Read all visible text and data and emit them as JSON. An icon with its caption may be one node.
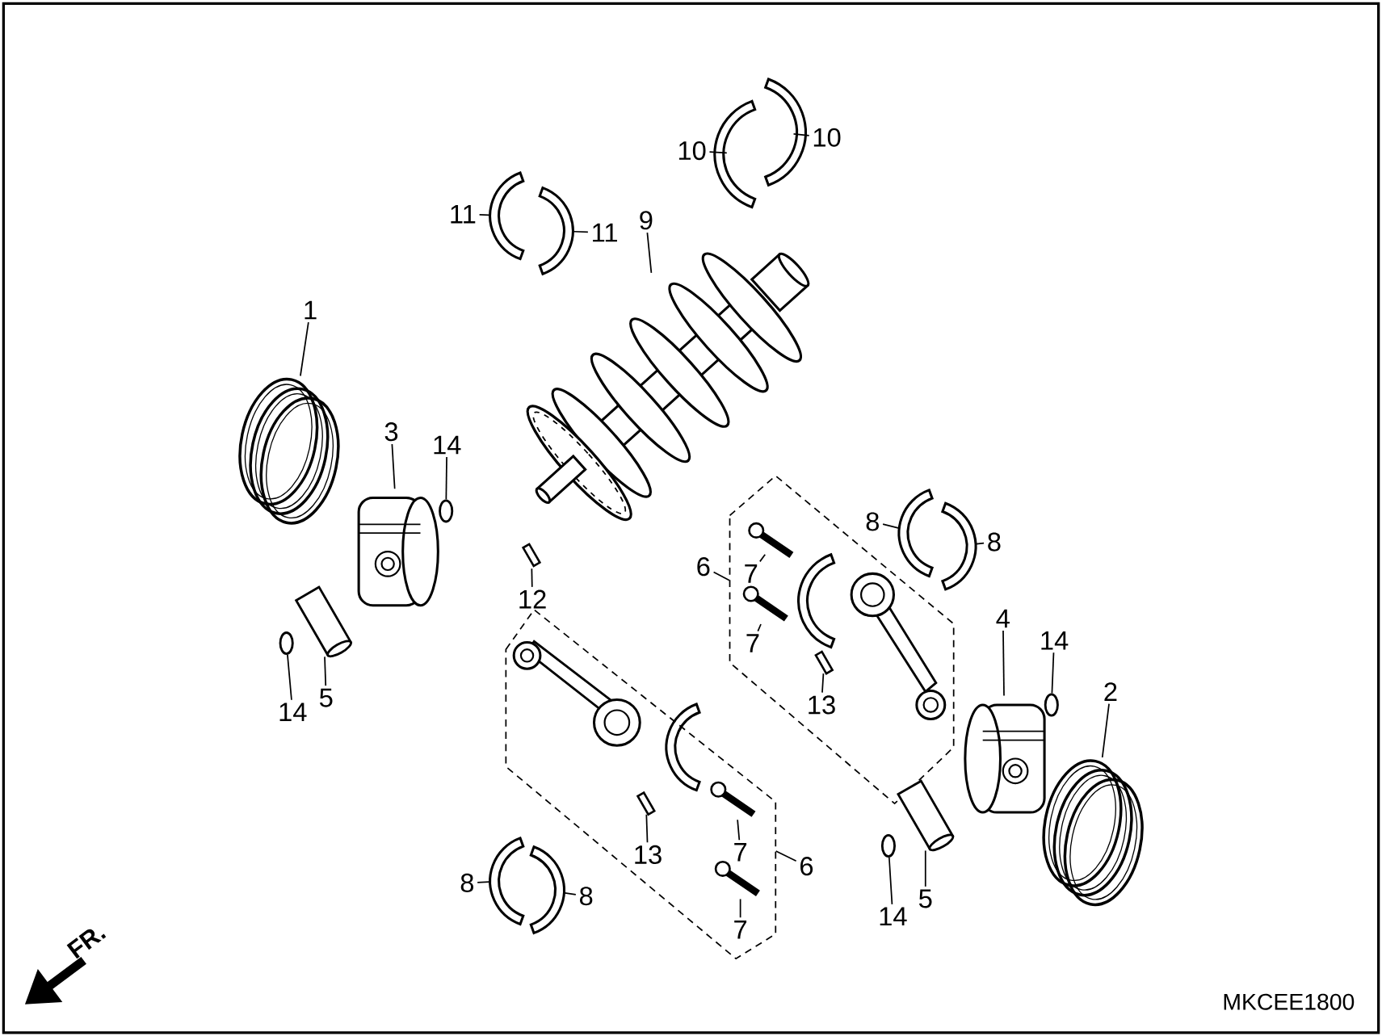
{
  "diagram": {
    "nodes": [
      {
        "text": [
          "1"
        ]
      },
      {
        "text": [],
        "shape": "picture"
      },
      {
        "text": [
          "3"
        ]
      },
      {
        "text": [],
        "shape": "picture"
      },
      {
        "text": [
          "14"
        ]
      },
      {
        "text": [],
        "shape": "circle"
      },
      {
        "text": [
          "14"
        ]
      },
      {
        "text": [],
        "shape": "circle"
      },
      {
        "text": [
          "5"
        ]
      },
      {
        "text": [],
        "shape": "picture"
      },
      {
        "text": [
          "12"
        ]
      },
      {
        "text": [],
        "shape": "picture"
      },
      {
        "text": [
          "9"
        ]
      },
      {
        "text": [],
        "shape": "picture"
      },
      {
        "text": [
          "11"
        ]
      },
      {
        "text": [],
        "shape": "picture"
      },
      {
        "text": [
          "11"
        ]
      },
      {
        "text": [],
        "shape": "picture"
      },
      {
        "text": [
          "10"
        ]
      },
      {
        "text": [],
        "shape": "picture"
      },
      {
        "text": [
          "10"
        ]
      },
      {
        "text": [],
        "shape": "picture"
      },
      {
        "text": [],
        "shape": "box"
      },
      {
        "text": [
          "6"
        ]
      },
      {
        "text": [
          "7"
        ],
        "in": 22
      },
      {
        "text": [],
        "shape": "picture",
        "in": 22
      },
      {
        "text": [
          "7"
        ],
        "in": 22
      },
      {
        "text": [],
        "shape": "picture",
        "in": 22
      },
      {
        "text": [
          "13"
        ],
        "in": 22
      },
      {
        "text": [],
        "shape": "picture",
        "in": 22
      },
      {
        "text": [
          "8"
        ]
      },
      {
        "text": [],
        "shape": "picture"
      },
      {
        "text": [
          "8"
        ]
      },
      {
        "text": [],
        "shape": "picture"
      },
      {
        "text": [
          "4"
        ]
      },
      {
        "text": [],
        "shape": "picture"
      },
      {
        "text": [
          "14"
        ]
      },
      {
        "text": [],
        "shape": "circle"
      },
      {
        "text": [
          "2"
        ]
      },
      {
        "text": [],
        "shape": "picture"
      },
      {
        "text": [],
        "shape": "box"
      },
      {
        "text": [
          "13"
        ],
        "in": 40
      },
      {
        "text": [],
        "shape": "picture",
        "in": 40
      },
      {
        "text": [
          "7"
        ],
        "in": 40
      },
      {
        "text": [],
        "shape": "picture",
        "in": 40
      },
      {
        "text": [
          "7"
        ],
        "in": 40
      },
      {
        "text": [],
        "shape": "picture",
        "in": 40
      },
      {
        "text": [
          "6"
        ]
      },
      {
        "text": [
          "14"
        ]
      },
      {
        "text": [],
        "shape": "circle"
      },
      {
        "text": [
          "5"
        ]
      },
      {
        "text": [],
        "shape": "picture"
      },
      {
        "text": [
          "8"
        ]
      },
      {
        "text": [],
        "shape": "picture"
      },
      {
        "text": [
          "8"
        ]
      },
      {
        "text": [],
        "shape": "picture"
      }
    ],
    "edges": [
      {
        "from": 0,
        "to": 1,
        "arrow": "none"
      },
      {
        "from": 2,
        "to": 3,
        "arrow": "none"
      },
      {
        "from": 4,
        "to": 5,
        "arrow": "none"
      },
      {
        "from": 6,
        "to": 7,
        "arrow": "none"
      },
      {
        "from": 8,
        "to": 9,
        "arrow": "none"
      },
      {
        "from": 10,
        "to": 11,
        "arrow": "none"
      },
      {
        "from": 12,
        "to": 13,
        "arrow": "none"
      },
      {
        "from": 14,
        "to": 15,
        "arrow": "none"
      },
      {
        "from": 16,
        "to": 17,
        "arrow": "none"
      },
      {
        "from": 18,
        "to": 19,
        "arrow": "none"
      },
      {
        "from": 20,
        "to": 21,
        "arrow": "none"
      },
      {
        "from": 23,
        "to": 22,
        "arrow": "none"
      },
      {
        "from": 24,
        "to": 25,
        "arrow": "none"
      },
      {
        "from": 26,
        "to": 27,
        "arrow": "none"
      },
      {
        "from": 28,
        "to": 29,
        "arrow": "none"
      },
      {
        "from": 30,
        "to": 31,
        "arrow": "none"
      },
      {
        "from": 32,
        "to": 33,
        "arrow": "none"
      },
      {
        "from": 34,
        "to": 35,
        "arrow": "none"
      },
      {
        "from": 36,
        "to": 37,
        "arrow": "none"
      },
      {
        "from": 38,
        "to": 39,
        "arrow": "none"
      },
      {
        "from": 41,
        "to": 42,
        "arrow": "none"
      },
      {
        "from": 43,
        "to": 44,
        "arrow": "none"
      },
      {
        "from": 45,
        "to": 46,
        "arrow": "none"
      },
      {
        "from": 47,
        "to": 40,
        "arrow": "none"
      },
      {
        "from": 48,
        "to": 49,
        "arrow": "none"
      },
      {
        "from": 50,
        "to": 51,
        "arrow": "none"
      },
      {
        "from": 52,
        "to": 53,
        "arrow": "none"
      },
      {
        "from": 54,
        "to": 55,
        "arrow": "none"
      }
    ],
    "labels": [
      "FR.",
      "MKCEE1800"
    ]
  }
}
